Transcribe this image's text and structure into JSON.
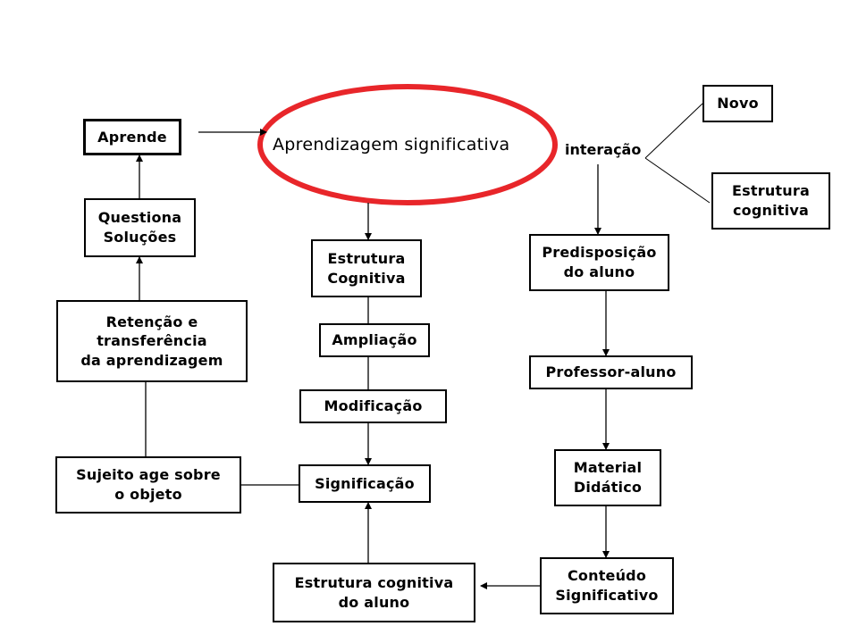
{
  "diagram": {
    "center": "Aprendizagem significativa",
    "interacao": "interação",
    "novo": "Novo",
    "estrutura_cognitiva_right": "Estrutura\ncognitiva",
    "aprende": "Aprende",
    "questiona": "Questiona\nSoluções",
    "retencao": "Retenção e\ntransferência\nda aprendizagem",
    "sujeito": "Sujeito age sobre\no objeto",
    "estrutura_cognitiva_mid": "Estrutura\nCognitiva",
    "ampliacao": "Ampliação",
    "modificacao": "Modificação",
    "significacao": "Significação",
    "estrutura_aluno": "Estrutura cognitiva\ndo aluno",
    "predisposicao": "Predisposição\ndo aluno",
    "professor_aluno": "Professor-aluno",
    "material": "Material\nDidático",
    "conteudo": "Conteúdo\nSignificativo"
  },
  "colors": {
    "ellipse_stroke": "#e8262a",
    "line": "#000000",
    "box_border": "#000000"
  }
}
